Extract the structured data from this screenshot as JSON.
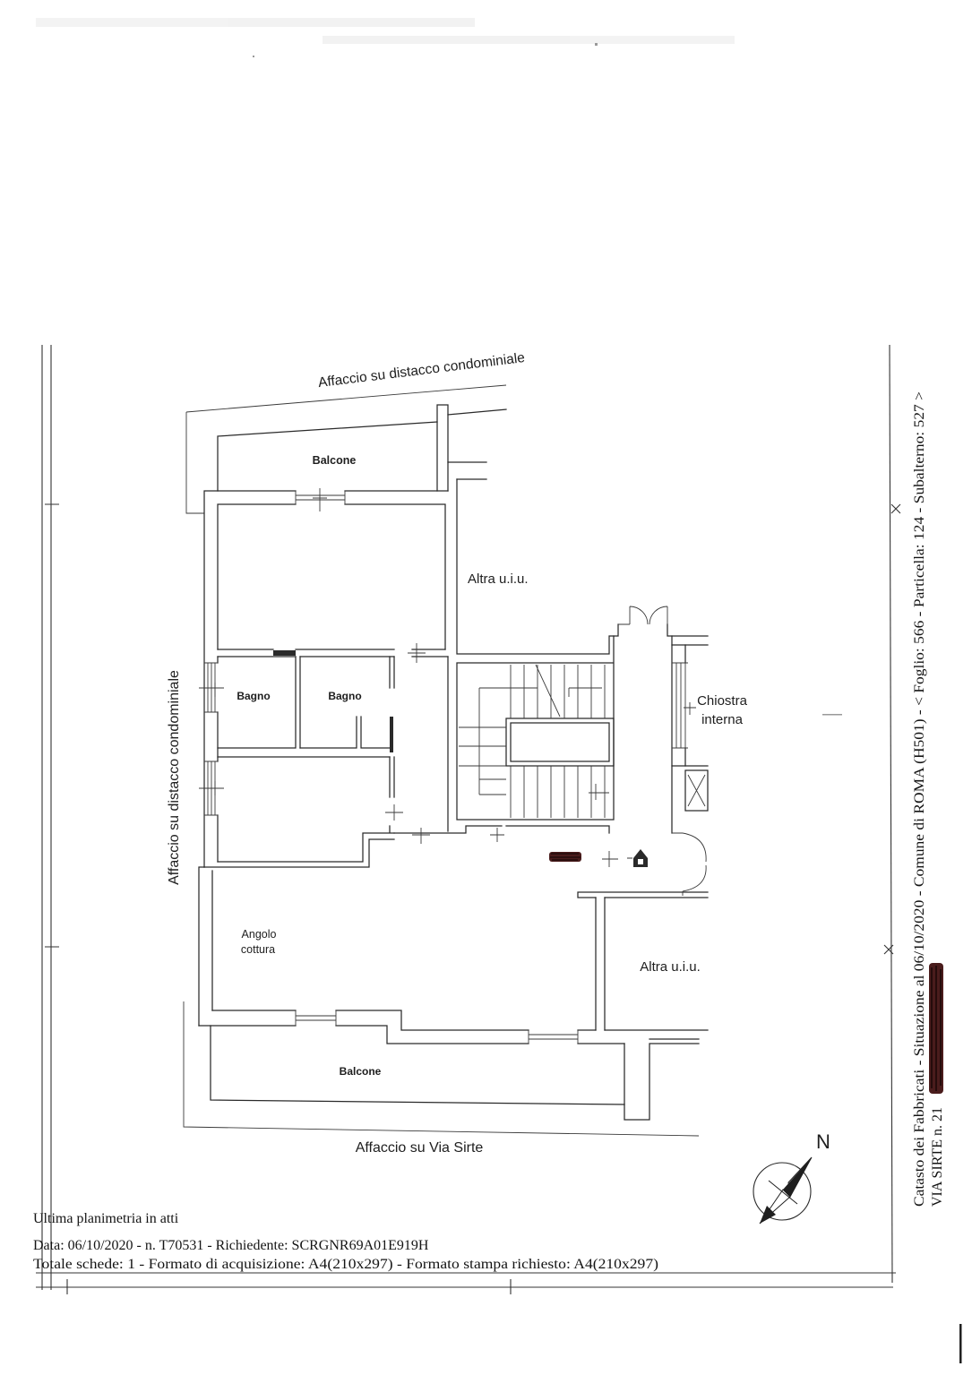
{
  "plan": {
    "labels": {
      "affaccio_top": "Affaccio su distacco condominiale",
      "balcone_top": "Balcone",
      "altra_uiu_upper": "Altra u.i.u.",
      "bagno_1": "Bagno",
      "bagno_2": "Bagno",
      "chiostra_line1": "Chiostra",
      "chiostra_line2": "interna",
      "affaccio_left": "Affaccio su distacco condominiale",
      "angolo_line1": "Angolo",
      "angolo_line2": "cottura",
      "altra_uiu_lower": "Altra u.i.u.",
      "balcone_bottom": "Balcone",
      "affaccio_bottom": "Affaccio su Via Sirte"
    },
    "north_label": "N"
  },
  "footer": {
    "line1": "Ultima planimetria in atti",
    "line2": "Data: 06/10/2020 - n. T70531 - Richiedente: SCRGNR69A01E919H",
    "line3": "Totale schede: 1 - Formato di acquisizione: A4(210x297) - Formato stampa richiesto: A4(210x297)"
  },
  "side_strip": {
    "cadastre_line": "Catasto dei Fabbricati - Situazione al 06/10/2020 - Comune di ROMA (H501) - < Foglio: 566 - Particella: 124 - Subalterno: 527 >",
    "address_line": "VIA SIRTE n. 21"
  },
  "icons": {
    "compass": "north-arrow-icon",
    "entrance": "house-icon"
  },
  "colors": {
    "ink": "#2a2a2a",
    "redaction": "#4a1c1c"
  }
}
